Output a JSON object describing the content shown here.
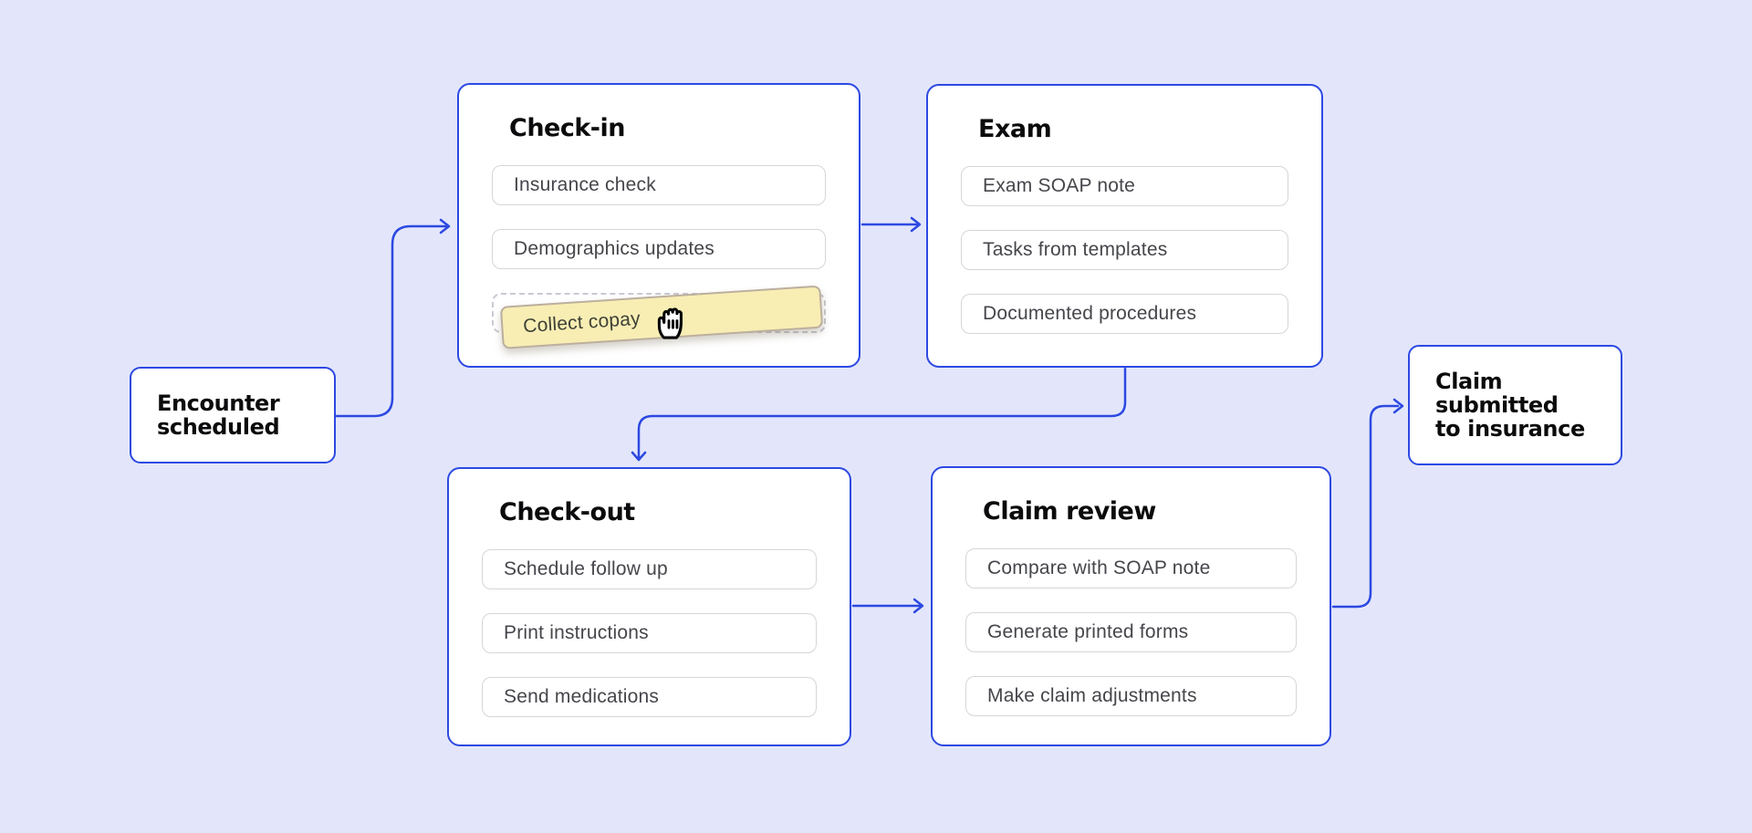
{
  "palette": {
    "background": "#e3e6fb",
    "accent_blue": "#2c49e2",
    "node_bg": "#ffffff",
    "task_border": "#d6d6d9",
    "task_text": "#45464b",
    "title_text": "#0b0b0d",
    "chip_bg": "#f8eeb4",
    "chip_border": "#bcaf9e"
  },
  "stages": {
    "encounter": {
      "label": "Encounter scheduled",
      "lines": [
        "Encounter",
        "scheduled"
      ]
    },
    "checkin": {
      "title": "Check-in",
      "items": [
        "Insurance check",
        "Demographics updates"
      ],
      "dragging": "Collect copay"
    },
    "exam": {
      "title": "Exam",
      "items": [
        "Exam SOAP note",
        "Tasks from templates",
        "Documented procedures"
      ]
    },
    "checkout": {
      "title": "Check-out",
      "items": [
        "Schedule follow up",
        "Print instructions",
        "Send medications"
      ]
    },
    "claim_review": {
      "title": "Claim review",
      "items": [
        "Compare with SOAP note",
        "Generate printed forms",
        "Make claim adjustments"
      ]
    },
    "claim_submitted": {
      "label": "Claim submitted to insurance",
      "lines": [
        "Claim",
        "submitted",
        "to insurance"
      ]
    }
  },
  "icons": {
    "drag_cursor": "grabbing-hand-icon"
  },
  "flow": [
    "Encounter scheduled → Check-in",
    "Check-in → Exam",
    "Exam → Check-out",
    "Check-out → Claim review",
    "Claim review → Claim submitted to insurance"
  ]
}
